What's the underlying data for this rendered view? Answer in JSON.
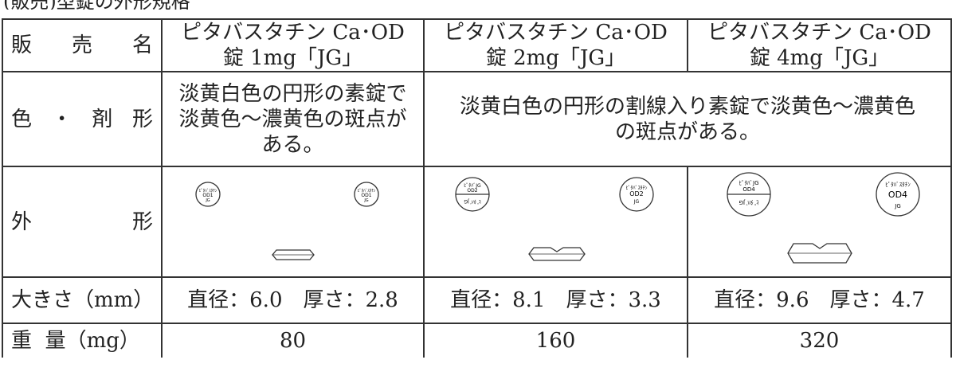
{
  "caption_fragment": "(販売)型錠の外形規格",
  "headers": {
    "name_label": [
      "販",
      "売",
      "名"
    ],
    "color_label": [
      "色",
      "・",
      "剤",
      "形"
    ],
    "shape_label": [
      "外",
      "形"
    ],
    "size_label": "大きさ（mm）",
    "weight_label": [
      "重",
      "量",
      "（mg）"
    ]
  },
  "products": [
    {
      "line1": "ピタバスタチン Ca･OD",
      "line2": "錠 1mg「JG」",
      "size": "直径：6.0　厚さ：2.8",
      "weight": "80",
      "stamp": [
        "ピタバスタチン",
        "OD1",
        "JG"
      ]
    },
    {
      "line1": "ピタバスタチン Ca･OD",
      "line2": "錠 2mg「JG」",
      "size": "直径：8.1　厚さ：3.3",
      "weight": "160",
      "stamp": [
        "ピタバJG",
        "OD2",
        "ピタバスタチン",
        "JG"
      ]
    },
    {
      "line1": "ピタバスタチン Ca･OD",
      "line2": "錠 4mg「JG」",
      "size": "直径：9.6　厚さ：4.7",
      "weight": "320",
      "stamp": [
        "ピタバJG",
        "OD4",
        "ピタバスタチン",
        "JG"
      ]
    }
  ],
  "color_desc_1": "淡黄白色の円形の素錠で淡黄色～濃黄色の斑点がある。",
  "color_desc_1_lines": [
    "淡黄白色の円形の素錠で",
    "淡黄色～濃黄色の斑点が",
    "ある。"
  ],
  "color_desc_23_lines": [
    "淡黄白色の円形の割線入り素錠で淡黄色～濃黄色",
    "の斑点がある。"
  ]
}
